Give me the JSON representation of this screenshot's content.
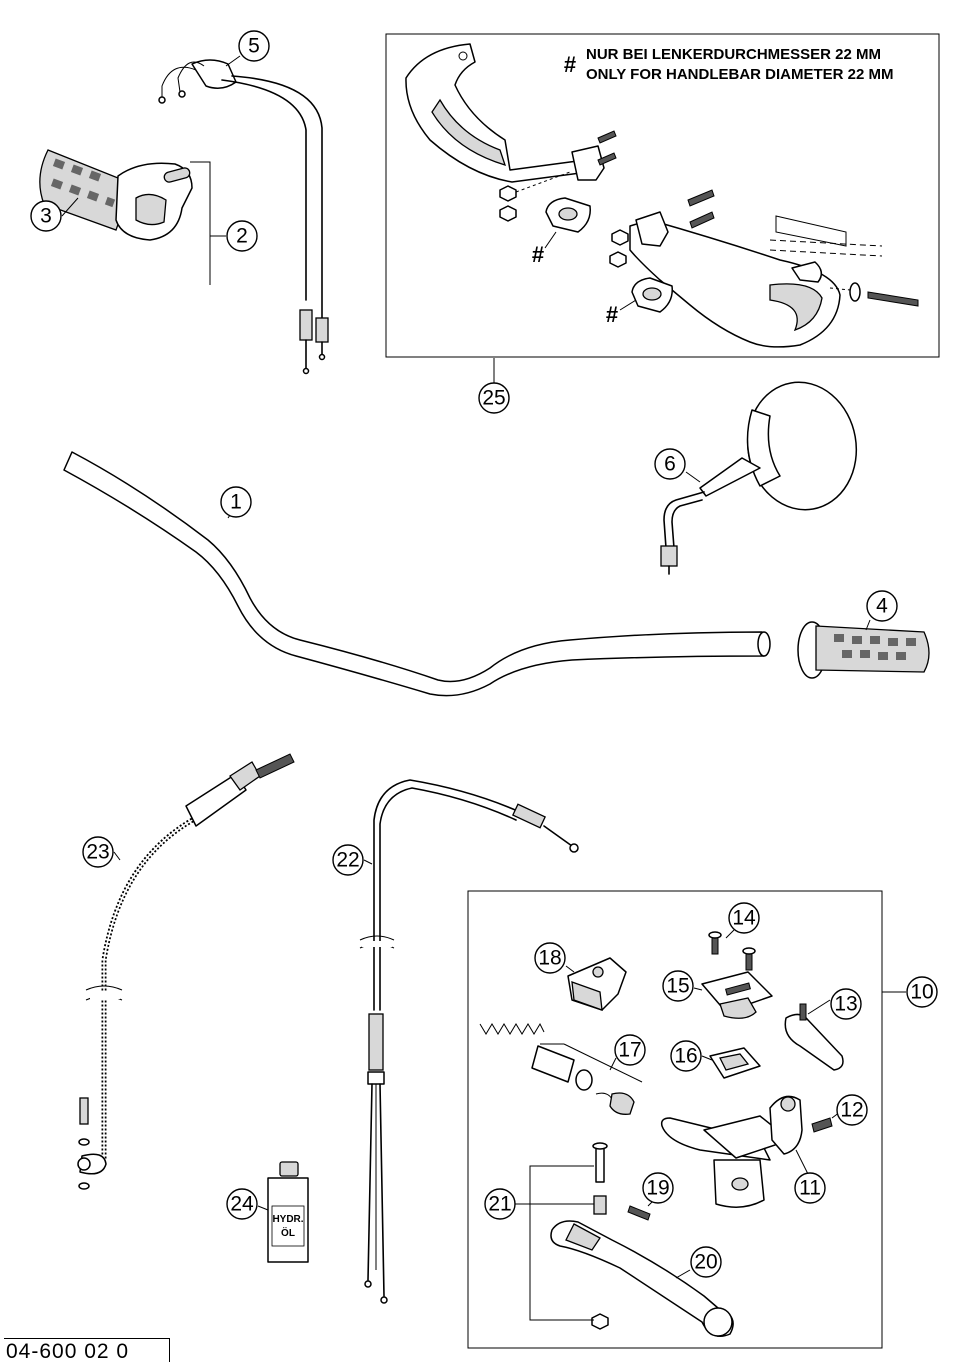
{
  "note": {
    "marker": "#",
    "line1": "NUR BEI LENKERDURCHMESSER 22 MM",
    "line2": "ONLY FOR HANDLEBAR DIAMETER 22 MM"
  },
  "hash_marks": [
    "#",
    "#",
    "#"
  ],
  "bottle_label": [
    "HYDR.",
    "ÖL"
  ],
  "callouts": {
    "c1": "1",
    "c2": "2",
    "c3": "3",
    "c4": "4",
    "c5": "5",
    "c6": "6",
    "c10": "10",
    "c11": "11",
    "c12": "12",
    "c13": "13",
    "c14": "14",
    "c15": "15",
    "c16": "16",
    "c17": "17",
    "c18": "18",
    "c19": "19",
    "c20": "20",
    "c21": "21",
    "c22": "22",
    "c23": "23",
    "c24": "24",
    "c25": "25"
  },
  "drawing_code": "04-600 02 0"
}
